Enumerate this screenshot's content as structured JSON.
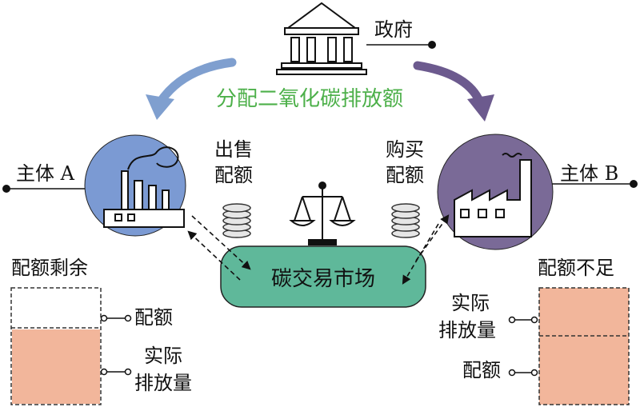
{
  "government": {
    "label": "政府"
  },
  "allocate_label": "分配二氧化碳排放额",
  "entity_a": {
    "label": "主体 A",
    "action": [
      "出售",
      "配额"
    ]
  },
  "entity_b": {
    "label": "主体 B",
    "action": [
      "购买",
      "配额"
    ]
  },
  "market": {
    "label": "碳交易市场"
  },
  "surplus_box": {
    "title": "配额剩余",
    "quota_label": "配额",
    "emission_label": [
      "实际",
      "排放量"
    ]
  },
  "shortage_box": {
    "title": "配额不足",
    "emission_label": [
      "实际",
      "排放量"
    ],
    "quota_label": "配额"
  },
  "colors": {
    "arrow_left": "#7f9fcf",
    "arrow_right": "#6c5a8e",
    "entity_a_fill": "#7b9ad3",
    "entity_b_fill": "#7a6a97",
    "market_fill": "#5fb89a",
    "emission_fill": "#f2b69b",
    "allocate_text": "#4db04a"
  }
}
